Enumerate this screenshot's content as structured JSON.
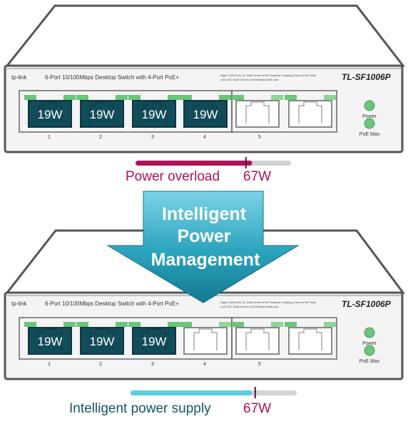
{
  "colors": {
    "overload": "#b0125a",
    "supply": "#59cfe0",
    "port_fill": "#134c59",
    "port_led": "#6bc57a",
    "arrow": "#1a98b0"
  },
  "top_switch": {
    "brand": "tp-link",
    "description": "6-Port 10/100Mbps Desktop Switch with 4-Port PoE+",
    "model": "TL-SF1006P",
    "legend_right_led": "Right LED(Port1-4):  Solid Green=PoE Powered, Flashing Green=PoE Fault",
    "legend_left_led": "Left LED:   Solid Green=10/100Mbps  Blink=Act",
    "ports": [
      {
        "number": "1",
        "power": "19W",
        "poe": true
      },
      {
        "number": "2",
        "power": "19W",
        "poe": true
      },
      {
        "number": "3",
        "power": "19W",
        "poe": true
      },
      {
        "number": "4",
        "power": "19W",
        "poe": true
      },
      {
        "number": "5",
        "power": "",
        "poe": false
      },
      {
        "number": "",
        "power": "",
        "poe": false
      }
    ],
    "led_power_label": "Power",
    "led_poe_max_label": "PoE Max"
  },
  "top_meter": {
    "caption": "Power overload",
    "value_label": "67W",
    "fill_fraction": 0.75,
    "limit_fraction": 0.71
  },
  "arrow_text": [
    "Intelligent",
    "Power",
    "Management"
  ],
  "bottom_switch": {
    "brand": "tp-link",
    "description": "6-Port 10/100Mbps Desktop Switch with 4-Port PoE+",
    "model": "TL-SF1006P",
    "legend_right_led": "Right LED(Port1-4):  Solid Green=PoE Powered, Flashing Green=PoE Fault",
    "legend_left_led": "Left LED:   Solid Green=10/100Mbps  Blink=Act",
    "ports": [
      {
        "number": "1",
        "power": "19W",
        "poe": true
      },
      {
        "number": "2",
        "power": "19W",
        "poe": true
      },
      {
        "number": "3",
        "power": "19W",
        "poe": true
      },
      {
        "number": "4",
        "power": "",
        "poe": false
      },
      {
        "number": "5",
        "power": "",
        "poe": false
      },
      {
        "number": "",
        "power": "",
        "poe": false
      }
    ],
    "led_power_label": "Power",
    "led_poe_max_label": "PoE Max"
  },
  "bottom_meter": {
    "caption": "Intelligent power supply",
    "value_label": "67W",
    "fill_fraction": 0.73,
    "limit_fraction": 0.75
  }
}
